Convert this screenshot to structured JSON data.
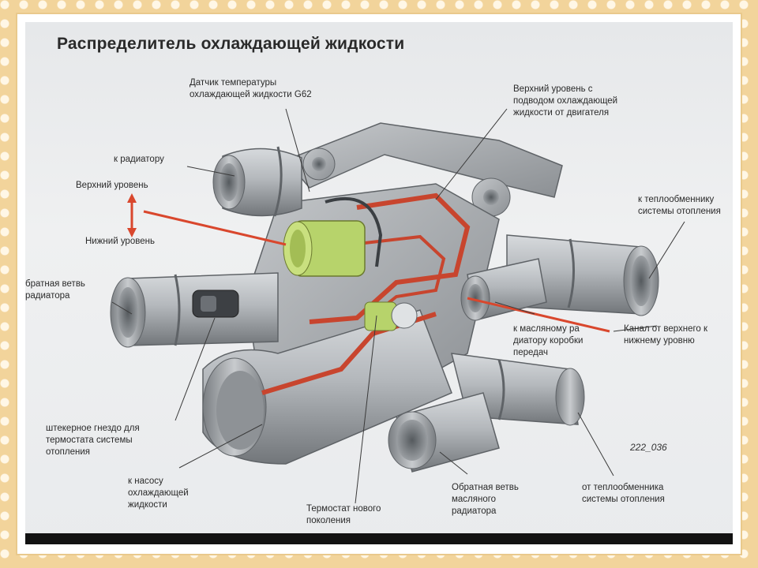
{
  "title": "Распределитель охлаждающей жидкости",
  "labels": {
    "g62_sensor": "Датчик температуры\nохлаждающей жидкости G62",
    "upper_level_engine": "Верхний уровень с\nподводом охлаждающей\nжидкости от двигателя",
    "to_radiator": "к радиатору",
    "upper_level": "Верхний уровень",
    "lower_level": "Нижний уровень",
    "to_heat_exchanger": "к теплообменнику\nсистемы отопления",
    "radiator_return": "братная ветвь\nрадиатора",
    "to_oil_radiator": "к масляному ра\nдиатору коробки\nпередач",
    "channel_upper_lower": "Канал от верхнего к\nнижнему уровню",
    "connector_socket": "штекерное гнездо для\nтермостата системы\nотопления",
    "to_pump": "к насосу\nохлаждающей\nжидкости",
    "thermostat": "Термостат нового\nпоколения",
    "oil_radiator_return": "Обратная ветвь\nмасляного\nрадиатора",
    "from_heat_exchanger": "от теплообменника\nсистемы отопления"
  },
  "figure_ref": "222_036",
  "colors": {
    "metal": "#a9adb1",
    "metal_dark": "#6f7377",
    "cut_red": "#c8452e",
    "thermostat_green": "#b7d36b",
    "leader": "#3a3a3a",
    "arrow_red": "#d9472d"
  },
  "icons": [
    "double-arrow-icon"
  ]
}
